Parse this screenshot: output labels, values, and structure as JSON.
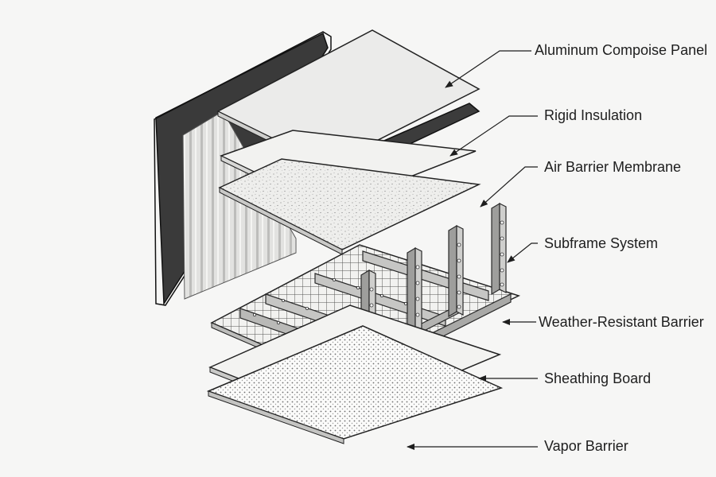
{
  "diagram": {
    "labels": {
      "aluminum_panel": "Aluminum Compoise Panel",
      "rigid_insulation": "Rigid Insulation",
      "air_barrier": "Air Barrier Membrane",
      "subframe": "Subframe System",
      "weather_barrier": "Weather-Resistant Barrier",
      "sheathing": "Sheathing Board",
      "vapor_barrier": "Vapor Barrier"
    }
  }
}
